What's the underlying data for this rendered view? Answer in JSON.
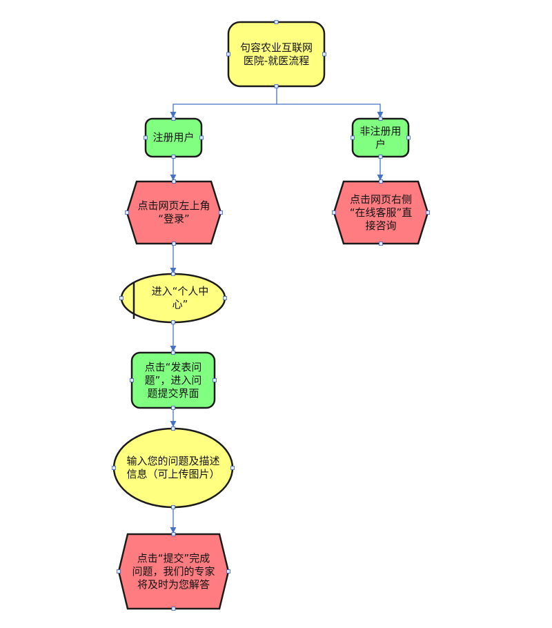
{
  "colors": {
    "yellow": "#FFFF80",
    "green": "#80FF80",
    "red": "#FF7C80",
    "stroke": "#1a1a1a",
    "connector": "#4472C4",
    "handle": "#3a5fbf"
  },
  "nodes": {
    "title": {
      "text": "句容农业互联网\n医院-就医流程"
    },
    "registered": {
      "text": "注册用户"
    },
    "unregistered": {
      "text": "非注册用\n户"
    },
    "login": {
      "text": "点击网页左上角\n“登录”"
    },
    "online_service": {
      "text": "点击网页右侧\n“在线客服”直\n接咨询"
    },
    "personal_center": {
      "text": "进入“个人中\n心”"
    },
    "post_question": {
      "text": "点击“发表问\n题”，进入问\n题提交界面"
    },
    "input_question": {
      "text": "输入您的问题及描述\n信息（可上传图片）"
    },
    "submit": {
      "text": "点击“提交”完成\n问题，我们的专家\n将及时为您解答"
    }
  }
}
